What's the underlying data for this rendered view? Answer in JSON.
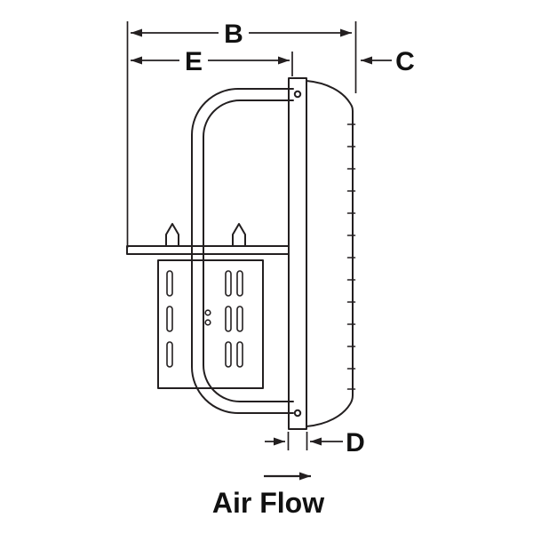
{
  "page": {
    "background_color": "#ffffff",
    "line_color": "#231f20",
    "label_color": "#111111"
  },
  "diagram": {
    "type": "technical-drawing",
    "subject": "exhaust-fan-side-view",
    "labels": {
      "dim_b": "B",
      "dim_e": "E",
      "dim_c": "C",
      "dim_d": "D",
      "air_flow": "Air Flow"
    }
  }
}
